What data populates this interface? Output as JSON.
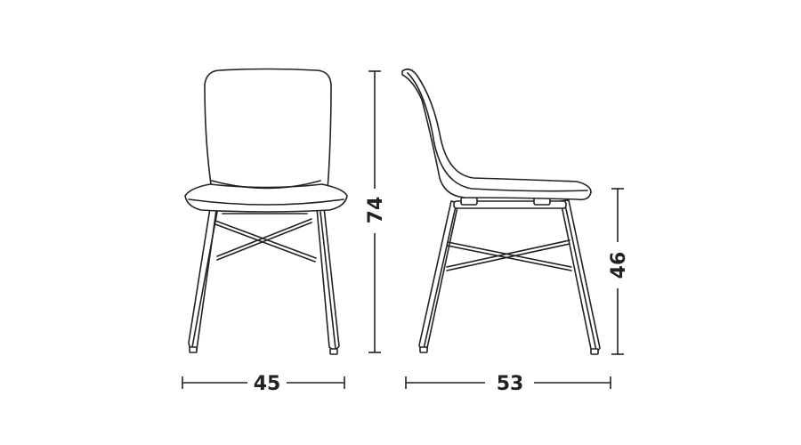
{
  "dimensions": {
    "front_width": "45",
    "side_depth": "53",
    "total_height": "74",
    "seat_height": "46"
  },
  "colors": {
    "line": "#222222",
    "background": "#ffffff"
  }
}
